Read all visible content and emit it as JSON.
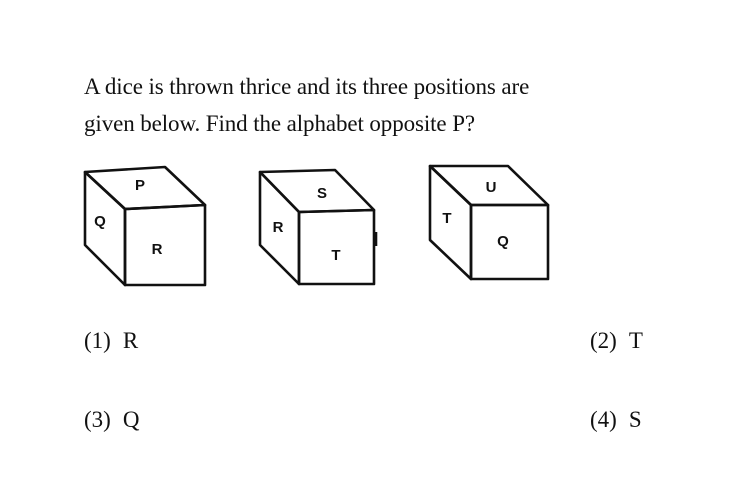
{
  "question": {
    "line1": "A dice is thrown thrice and its three positions are",
    "line2": "given below. Find the alphabet opposite P?"
  },
  "dice": [
    {
      "top": "P",
      "left": "Q",
      "front": "R"
    },
    {
      "top": "S",
      "left": "R",
      "front": "T"
    },
    {
      "top": "U",
      "left": "T",
      "front": "Q"
    }
  ],
  "options": [
    {
      "number": "(1)",
      "answer": "R"
    },
    {
      "number": "(2)",
      "answer": "T"
    },
    {
      "number": "(3)",
      "answer": "Q"
    },
    {
      "number": "(4)",
      "answer": "S"
    }
  ]
}
